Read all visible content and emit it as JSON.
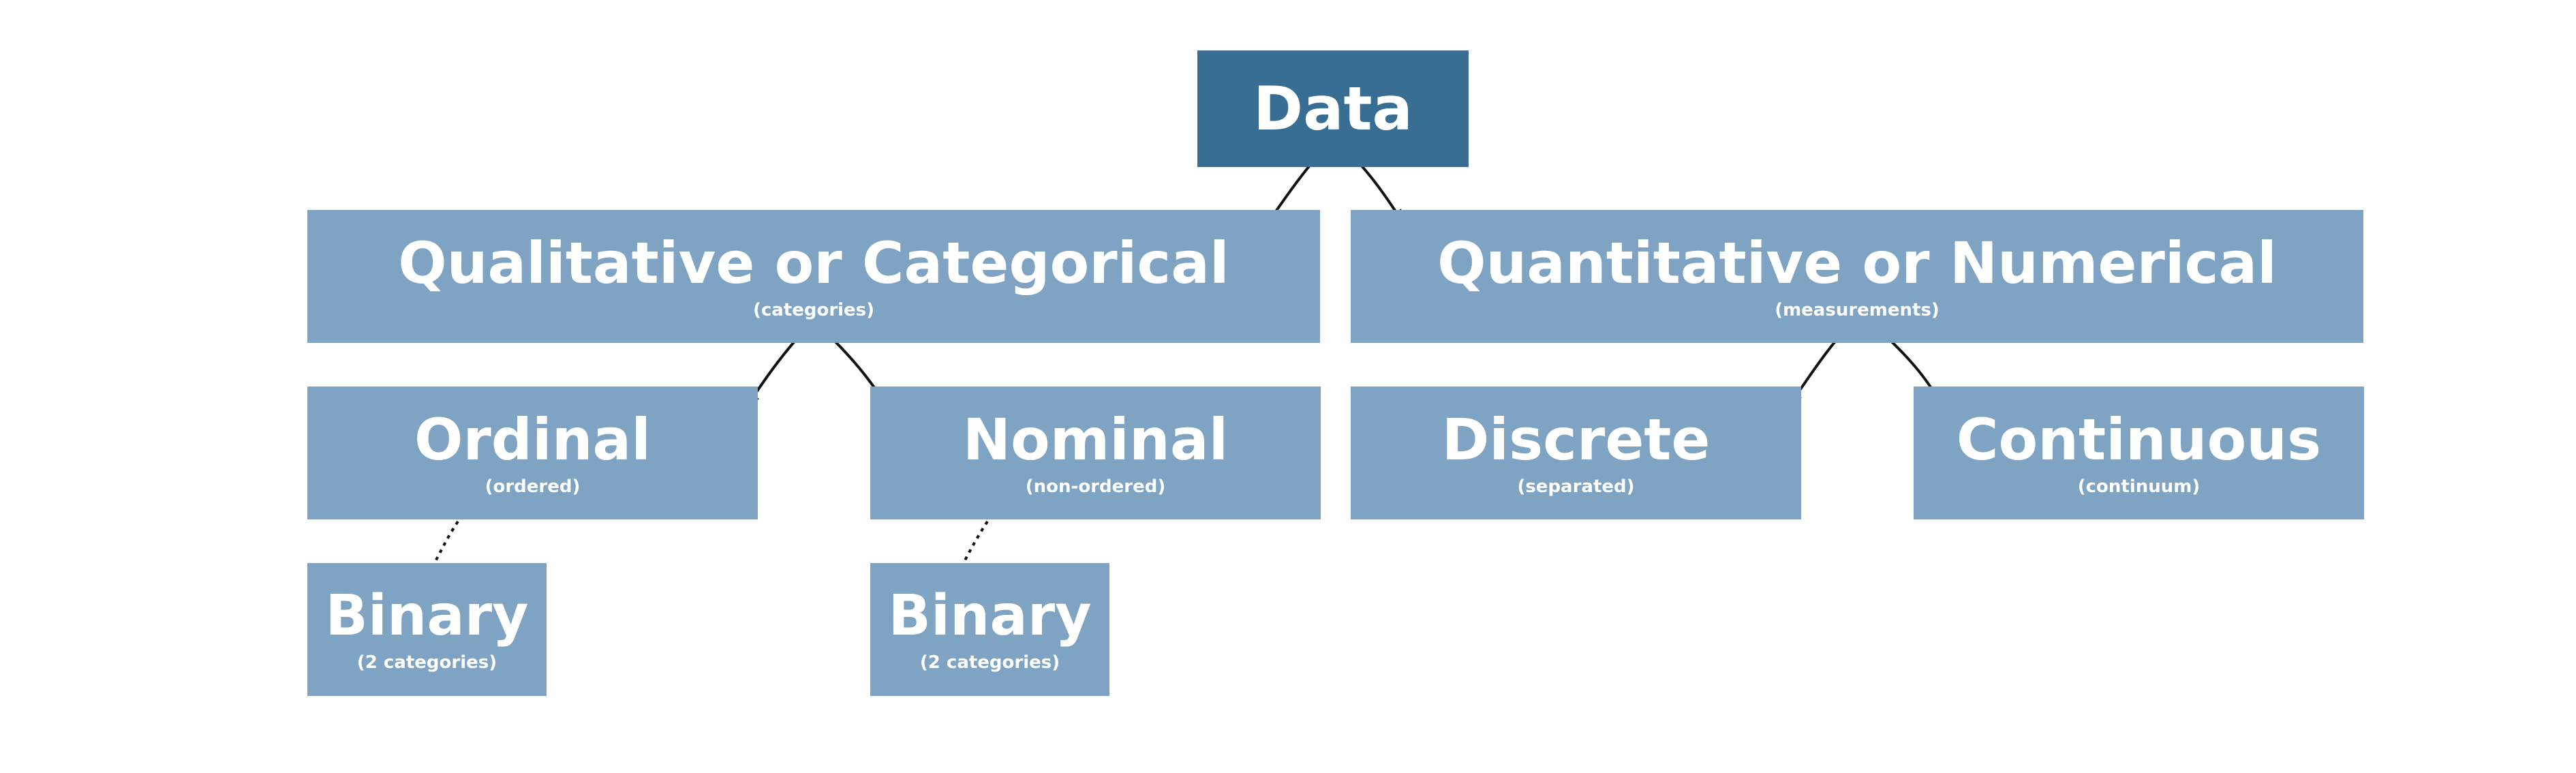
{
  "nodes": {
    "data": {
      "title": "Data"
    },
    "qualitative": {
      "title": "Qualitative or Categorical",
      "sub": "(categories)"
    },
    "quantitative": {
      "title": "Quantitative or Numerical",
      "sub": "(measurements)"
    },
    "ordinal": {
      "title": "Ordinal",
      "sub": "(ordered)"
    },
    "nominal": {
      "title": "Nominal",
      "sub": "(non-ordered)"
    },
    "discrete": {
      "title": "Discrete",
      "sub": "(separated)"
    },
    "continuous": {
      "title": "Continuous",
      "sub": "(continuum)"
    },
    "binary_ordinal": {
      "title": "Binary",
      "sub": "(2 categories)"
    },
    "binary_nominal": {
      "title": "Binary",
      "sub": "(2 categories)"
    }
  },
  "colors": {
    "node_dark": "#386e94",
    "node_light": "#7ea3c3",
    "text": "#ffffff",
    "edge": "#111111"
  }
}
